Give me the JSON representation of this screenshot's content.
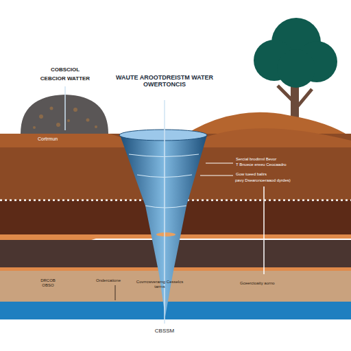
{
  "diagram": {
    "title": "WAUTE AROOTDREISTM WATER OWERTONCIS",
    "labels": [
      "COBSCIOL",
      "CEBCIOR WATTER",
      "Cortrmun",
      "Sercial brodtrml Bevor",
      "T Bnuece ereeu Ceocaadro",
      "Gow tueed balirs",
      "pavy Dsearonoeraaod dyrdes)",
      "DRCOB OBSO",
      "Ondercatione",
      "Covrrcwverarng Cesselcs tarrns",
      "Gceerctoaity aorno",
      "CBSSM"
    ]
  }
}
